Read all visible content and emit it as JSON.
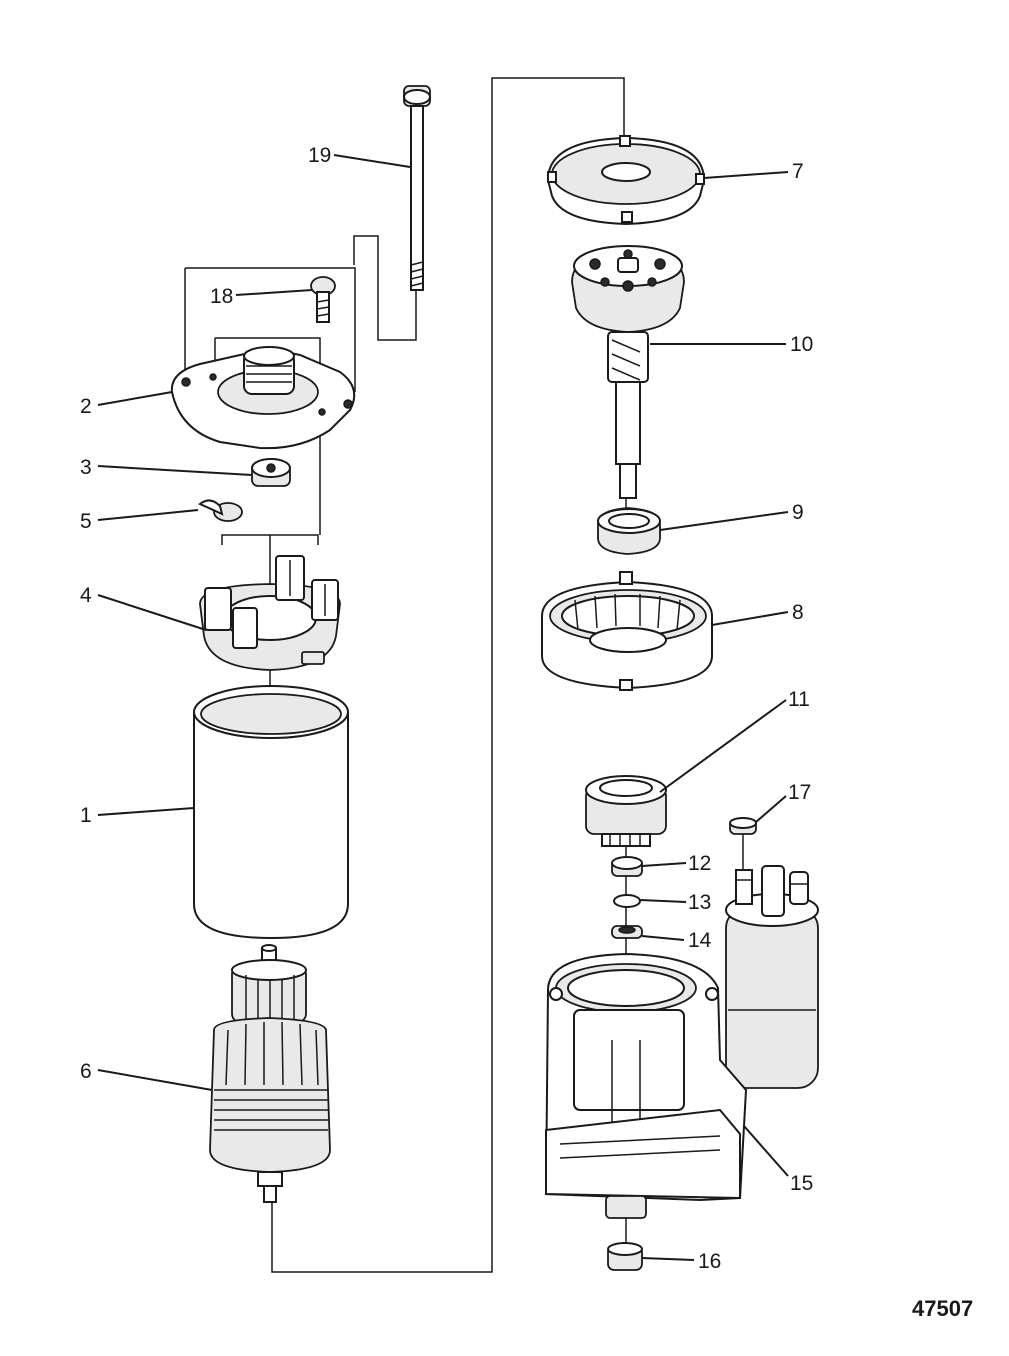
{
  "figure_id": "47507",
  "callouts": [
    {
      "id": "1",
      "label": "1"
    },
    {
      "id": "2",
      "label": "2"
    },
    {
      "id": "3",
      "label": "3"
    },
    {
      "id": "4",
      "label": "4"
    },
    {
      "id": "5",
      "label": "5"
    },
    {
      "id": "6",
      "label": "6"
    },
    {
      "id": "7",
      "label": "7"
    },
    {
      "id": "8",
      "label": "8"
    },
    {
      "id": "9",
      "label": "9"
    },
    {
      "id": "10",
      "label": "10"
    },
    {
      "id": "11",
      "label": "11"
    },
    {
      "id": "12",
      "label": "12"
    },
    {
      "id": "13",
      "label": "13"
    },
    {
      "id": "14",
      "label": "14"
    },
    {
      "id": "15",
      "label": "15"
    },
    {
      "id": "16",
      "label": "16"
    },
    {
      "id": "17",
      "label": "17"
    },
    {
      "id": "18",
      "label": "18"
    },
    {
      "id": "19",
      "label": "19"
    }
  ]
}
